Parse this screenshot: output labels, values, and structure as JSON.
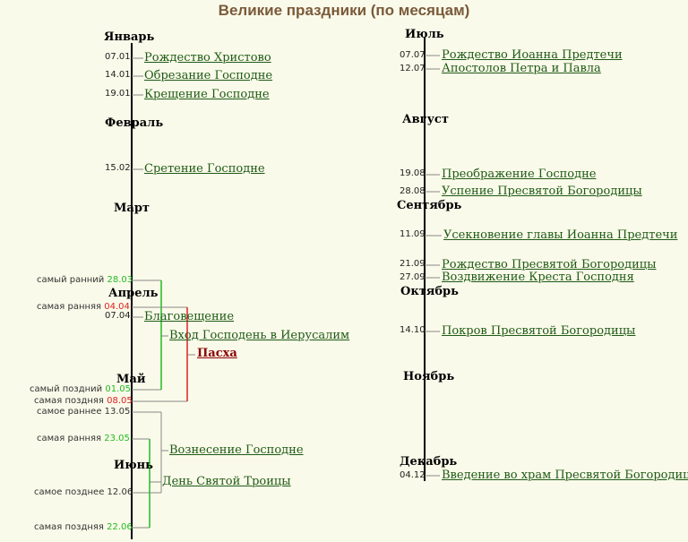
{
  "title": "Великие праздники (по месяцам)",
  "colors": {
    "feast": "#1e5a14",
    "main_feast": "#8b0000",
    "green": "#22bb22",
    "red": "#dd2222",
    "gray": "#888888",
    "axis": "#000000"
  },
  "months": [
    "Январь",
    "Февраль",
    "Март",
    "Апрель",
    "Май",
    "Июнь",
    "Июль",
    "Август",
    "Сентябрь",
    "Октябрь",
    "Ноябрь",
    "Декабрь"
  ],
  "dates": {
    "jan07": "07.01",
    "jan14": "14.01",
    "jan19": "19.01",
    "feb15": "15.02",
    "apr07": "07.04",
    "jul07": "07.07",
    "jul12": "12.07",
    "aug19": "19.08",
    "aug28": "28.08",
    "sep11": "11.09",
    "sep21": "21.09",
    "sep27": "27.09",
    "oct14": "14.10",
    "dec04": "04.12"
  },
  "feasts": {
    "nativity": "Рождество Христово",
    "circumcision": "Обрезание Господне",
    "epiphany": "Крещение Господне",
    "presentation": "Сретение Господне",
    "annunciation": "Благовещение",
    "palm_sunday": "Вход Господень в Иерусалим",
    "pascha": "Пасха",
    "ascension": "Вознесение Господне",
    "trinity": "День Святой Троицы",
    "nativity_baptist": "Рождество Иоанна Предтечи",
    "peter_paul": "Апостолов Петра и Павла",
    "transfiguration": "Преображение Господне",
    "dormition": "Успение Пресвятой Богородицы",
    "beheading": "Усекновение главы Иоанна Предтечи",
    "nativity_theotokos": "Рождество Пресвятой Богородицы",
    "exaltation": "Воздвижение Креста Господня",
    "protection": "Покров Пресвятой Богородицы",
    "entry_temple": "Введение во храм Пресвятой Богородицы"
  },
  "notes": {
    "pal_earliest_label": "самый ранний",
    "pal_earliest_date": "28.03",
    "pas_earliest_label": "самая ранняя",
    "pas_earliest_date": "04.04",
    "pal_latest_label": "самый поздний",
    "pal_latest_date": "01.05",
    "pas_latest_label": "самая поздняя",
    "pas_latest_date": "08.05",
    "asc_earliest_label": "самое раннее",
    "asc_earliest_date": "13.05",
    "tri_earliest_label": "самая ранняя",
    "tri_earliest_date": "23.05",
    "asc_latest_label": "самое позднее",
    "asc_latest_date": "12.06",
    "tri_latest_label": "самая поздняя",
    "tri_latest_date": "22.06"
  }
}
